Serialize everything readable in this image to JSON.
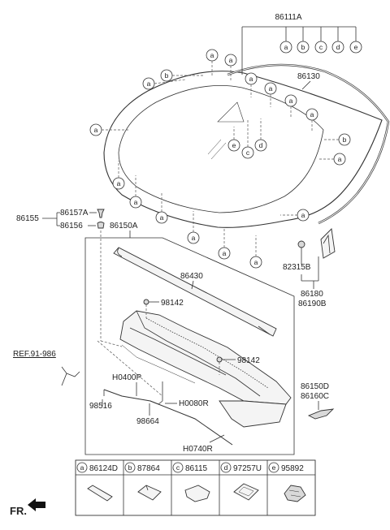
{
  "callouts": {
    "windshield": "86111A",
    "moulding": "86130",
    "retainer_group": "86155",
    "retainer_a": "86157A",
    "retainer_b": "86156",
    "cowl_assy": "86150A",
    "weatherstrip": "86430",
    "screw_1": "98142",
    "screw_2": "98142",
    "hose_1": "H0400P",
    "hose_2": "H0080R",
    "hose_3": "H0740R",
    "nozzle_1": "98516",
    "nozzle_2": "98664",
    "ref": "REF.91-986",
    "clip": "82315B",
    "garnish_l": "86180",
    "garnish_r": "86190B",
    "extension_l": "86150D",
    "extension_r": "86160C"
  },
  "letters": [
    "a",
    "b",
    "c",
    "d",
    "e"
  ],
  "legend": [
    {
      "letter": "a",
      "part": "86124D"
    },
    {
      "letter": "b",
      "part": "87864"
    },
    {
      "letter": "c",
      "part": "86115"
    },
    {
      "letter": "d",
      "part": "97257U"
    },
    {
      "letter": "e",
      "part": "95892"
    }
  ],
  "direction_label": "FR."
}
